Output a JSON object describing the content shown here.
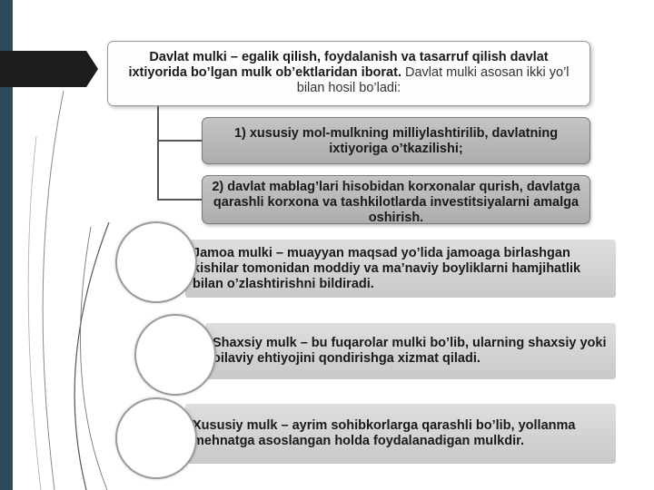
{
  "top_box": {
    "bold": "Davlat mulki – egalik qilish, foydalanish va tasarruf qilish davlat ixtiyorida bo’lgan mulk ob’ektlaridan iborat.",
    "rest": " Davlat mulki asosan ikki yo’l bilan hosil bo’ladi:"
  },
  "sub_items": [
    "1) xususiy mol-mulkning milliylashtirilib, davlatning ixtiyoriga o’tkazilishi;",
    "2) davlat mablag’lari hisobidan korxonalar qurish, davlatga qarashli korxona va tashkilotlarda investitsiyalarni amalga oshirish."
  ],
  "side_items": [
    "Jamoa mulki – muayyan maqsad yo’lida jamoaga birlashgan kishilar tomonidan moddiy va ma’naviy boyliklarni hamjihatlik bilan o’zlashtirishni bildiradi.",
    "Shaxsiy mulk – bu fuqarolar mulki bo’lib, ularning shaxsiy yoki oilaviy ehtiyojini qondirishga xizmat qiladi.",
    "Xususiy mulk – ayrim sohibkorlarga qarashli bo’lib, yollanma mehnatga asoslangan holda foydalanadigan mulkdir."
  ],
  "colors": {
    "accent_bar": "#2f4a5c",
    "arrow": "#1d1d1d",
    "sub_box": "#b8b8b8",
    "side_box": "#d4d4d4"
  }
}
